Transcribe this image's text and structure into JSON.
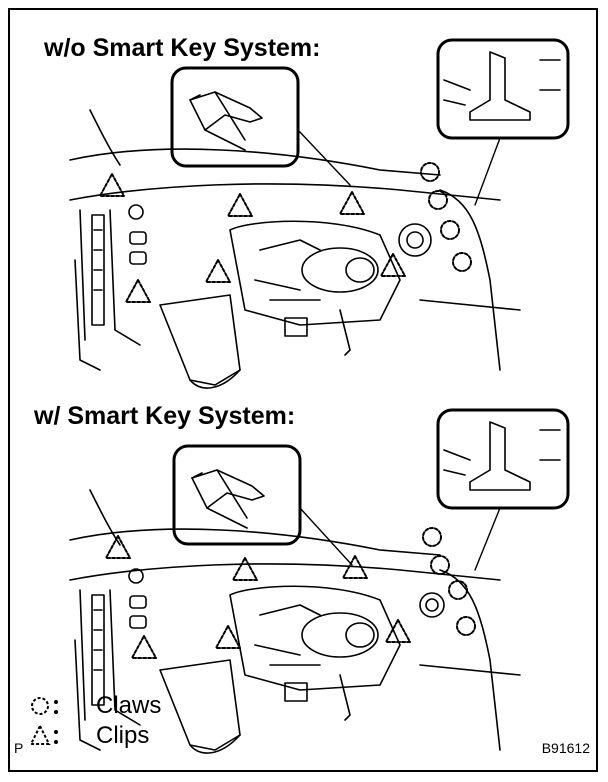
{
  "diagram": {
    "sections": [
      {
        "title": "w/o Smart Key System:"
      },
      {
        "title": "w/ Smart Key System:"
      }
    ],
    "legend": {
      "claws_symbol": "◌:",
      "claws_label": "Claws",
      "clips_symbol": "△:",
      "clips_label": "Clips"
    },
    "corner_mark": "P",
    "figure_code": "B91612"
  }
}
